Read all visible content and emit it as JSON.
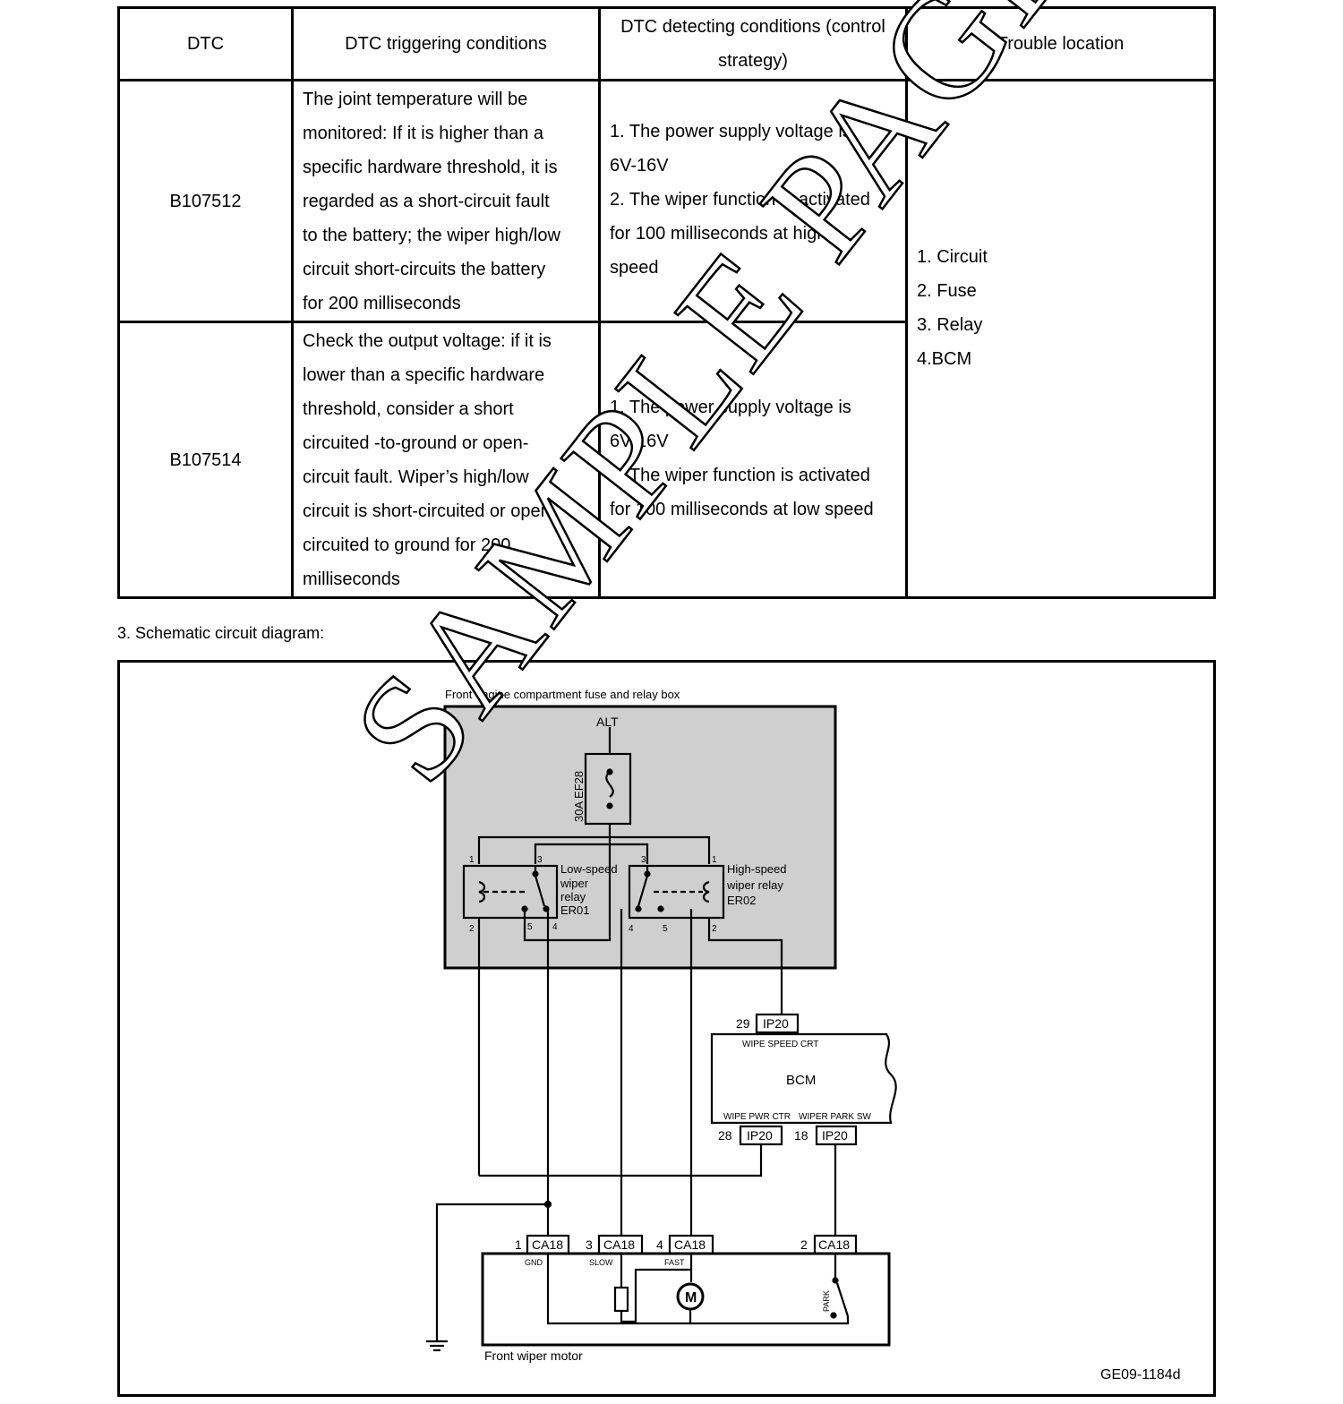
{
  "table": {
    "headers": {
      "dtc": "DTC",
      "triggering": "DTC triggering conditions",
      "detecting_line1": "DTC detecting conditions (control",
      "detecting_line2": "strategy)",
      "location": "Trouble location"
    },
    "rows": [
      {
        "dtc": "B107512",
        "triggering": [
          "The joint temperature will be",
          "monitored: If it is higher than a",
          "specific hardware threshold, it is",
          "regarded as a short-circuit fault",
          "to the battery; the wiper high/low",
          "circuit short-circuits the battery",
          "for 200 milliseconds"
        ],
        "detecting": [
          "1. The power supply voltage is",
          "6V-16V",
          "2. The wiper function is activated",
          "for 100 milliseconds at high",
          "speed"
        ]
      },
      {
        "dtc": "B107514",
        "triggering": [
          "Check the output voltage: if it is",
          "lower than a specific hardware",
          "threshold, consider a short",
          "circuited -to-ground or open-",
          "circuit fault. Wiper’s high/low",
          "circuit is short-circuited or open-",
          "circuited to ground for 200",
          "milliseconds"
        ],
        "detecting": [
          "1. The power supply voltage is",
          "6V-16V",
          "2. The wiper function is activated",
          "for 100 milliseconds at low speed"
        ]
      }
    ],
    "trouble_location": [
      "1. Circuit",
      "2. Fuse",
      "3. Relay",
      "4.BCM"
    ]
  },
  "section_title": "3. Schematic circuit diagram:",
  "diagram": {
    "fuse_box_label": "Front engine compartment fuse and relay box",
    "alt_label": "ALT",
    "fuse_label": "30A EF28",
    "low_relay": {
      "line1": "Low-speed",
      "line2": "wiper",
      "line3": "relay",
      "line4": "ER01"
    },
    "high_relay": {
      "line1": "High-speed",
      "line2": "wiper relay",
      "line3": "ER02"
    },
    "pins": {
      "p1": "1",
      "p2": "2",
      "p3": "3",
      "p4": "4",
      "p5": "5"
    },
    "bcm": {
      "label": "BCM",
      "wipe_speed": "WIPE SPEED CRT",
      "wipe_pwr": "WIPE PWR CTR",
      "wiper_park": "WIPER PARK SW",
      "conn": "IP20",
      "pin_top": "29",
      "pin_left": "28",
      "pin_right": "18"
    },
    "motor": {
      "label": "Front wiper motor",
      "conn": "CA18",
      "pins": [
        "1",
        "3",
        "4",
        "2"
      ],
      "gnd": "GND",
      "slow": "SLOW",
      "fast": "FAST",
      "park": "PARK",
      "m": "M"
    },
    "ref": "GE09-1184d"
  },
  "watermark": "SAMPLE PAGE"
}
